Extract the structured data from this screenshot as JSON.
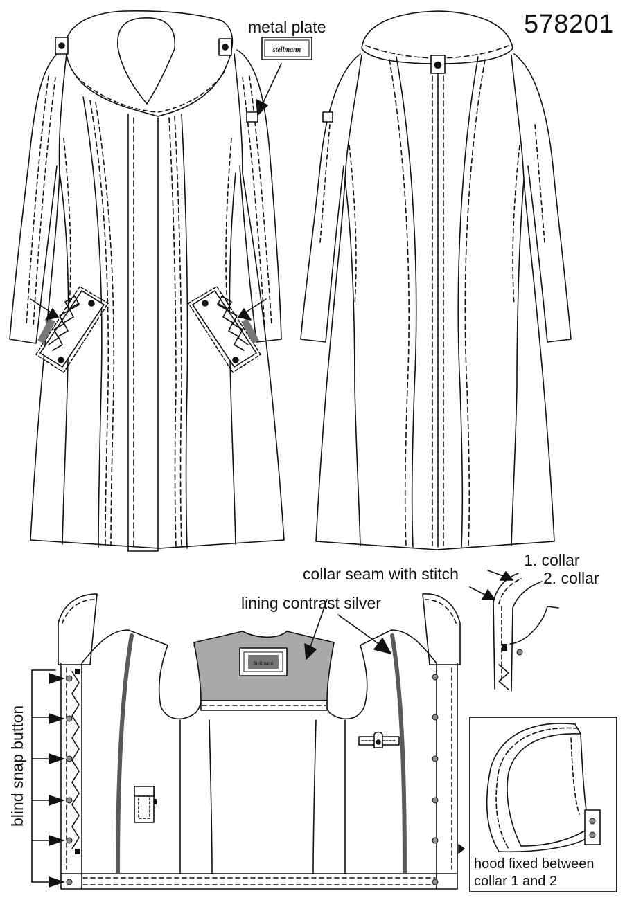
{
  "sheet": {
    "style_number": "578201",
    "brand_plate_text": "steilmann",
    "inside_label_text": "Steilmann"
  },
  "callouts": {
    "metal_plate": "metal plate",
    "collar_seam": "collar seam with stitch",
    "collar_1": "1. collar",
    "collar_2": "2. collar",
    "lining": "lining contrast silver",
    "blind_snap": "blind snap button",
    "hood_fixed": "hood fixed between collar 1 and 2"
  },
  "colors": {
    "line": "#111111",
    "lining_silver": "#a9a9a9",
    "facing_stripe": "#5a5a5a",
    "snap_grey": "#8c8c8c"
  },
  "views": [
    "front-view",
    "back-view",
    "inside-view",
    "collar-detail",
    "hood-detail"
  ]
}
